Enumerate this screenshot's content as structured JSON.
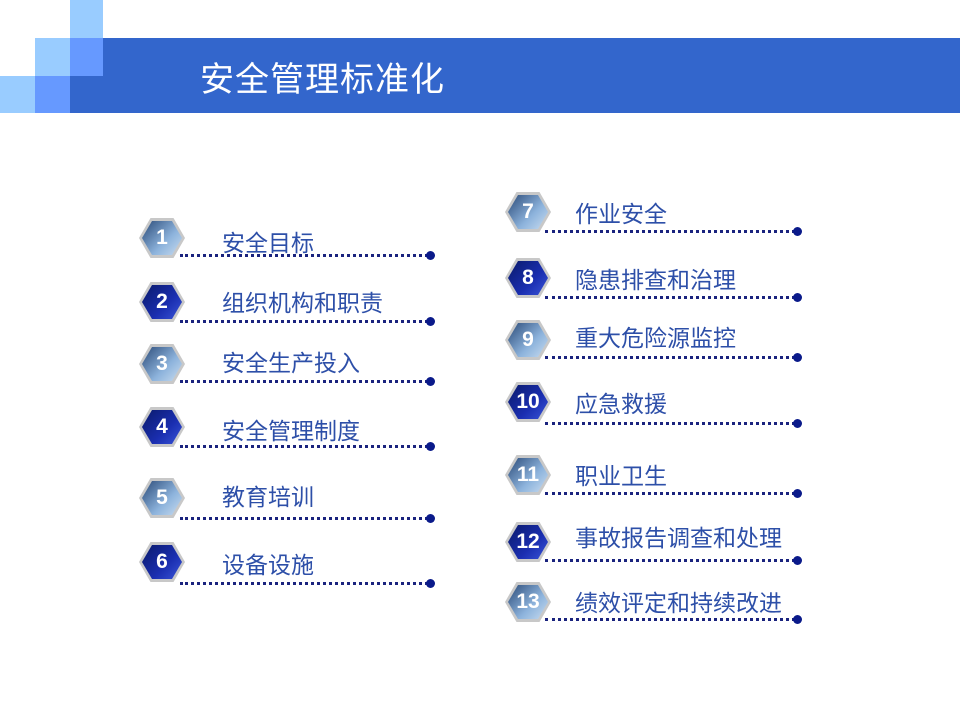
{
  "title": "安全管理标准化",
  "colors": {
    "banner": "#3366cc",
    "light": "#99ccff",
    "medium": "#6699ff"
  },
  "left_items": [
    {
      "num": "1",
      "label": "安全目标"
    },
    {
      "num": "2",
      "label": "组织机构和职责"
    },
    {
      "num": "3",
      "label": "安全生产投入"
    },
    {
      "num": "4",
      "label": "安全管理制度"
    },
    {
      "num": "5",
      "label": "教育培训"
    },
    {
      "num": "6",
      "label": "设备设施"
    }
  ],
  "right_items": [
    {
      "num": "7",
      "label": "作业安全"
    },
    {
      "num": "8",
      "label": "隐患排查和治理"
    },
    {
      "num": "9",
      "label": "重大危险源监控"
    },
    {
      "num": "10",
      "label": "应急救援"
    },
    {
      "num": "11",
      "label": "职业卫生"
    },
    {
      "num": "12",
      "label": "事故报告调查和处理"
    },
    {
      "num": "13",
      "label": "绩效评定和持续改进"
    }
  ]
}
